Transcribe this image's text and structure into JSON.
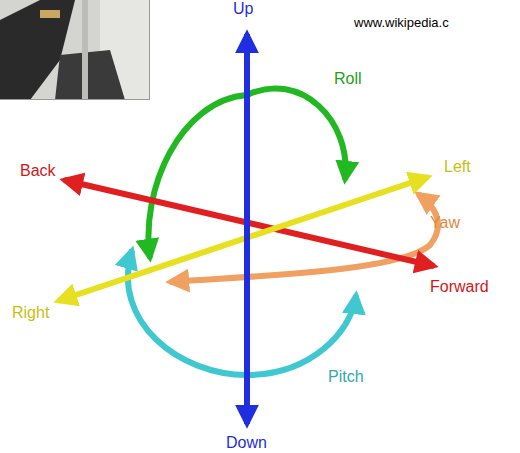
{
  "diagram": {
    "labels": [
      "www.wikipedia.c",
      "Up",
      "Roll",
      "Left",
      "Back",
      "Yaw",
      "Right",
      "Forward",
      "Pitch",
      "Down"
    ]
  }
}
